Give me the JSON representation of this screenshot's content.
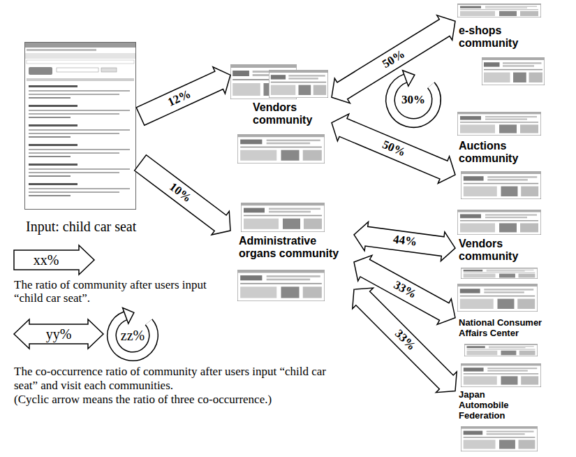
{
  "diagram": {
    "nodes": [
      {
        "text": [
          "Input: child car seat"
        ]
      },
      {
        "text": [
          "Vendors community"
        ]
      },
      {
        "text": [
          "Administrative organs community"
        ]
      },
      {
        "text": [
          "e-shops community"
        ]
      },
      {
        "text": [
          "Auctions community"
        ]
      },
      {
        "text": [
          "Vendors community"
        ]
      },
      {
        "text": [
          "National Consumer Affairs Center"
        ]
      },
      {
        "text": [
          "Japan Automobile Federation"
        ]
      }
    ],
    "edges": [
      {
        "from": 0,
        "to": 1,
        "label": "12%",
        "arrow": "to"
      },
      {
        "from": 0,
        "to": 2,
        "label": "10%",
        "arrow": "to"
      },
      {
        "from": 1,
        "to": 3,
        "label": "50%",
        "arrow": "both"
      },
      {
        "from": 1,
        "to": 4,
        "label": "50%",
        "arrow": "both"
      },
      {
        "from": 2,
        "to": 5,
        "label": "44%",
        "arrow": "both"
      },
      {
        "from": 2,
        "to": 6,
        "label": "33%",
        "arrow": "both"
      },
      {
        "from": 2,
        "to": 7,
        "label": "33%",
        "arrow": "both"
      }
    ],
    "labels": [
      "30%",
      "xx%",
      "The ratio of community after users input “child car seat”.",
      "yy%",
      "zz%",
      "The co-occurrence ratio of community after users input “child car seat” and visit each communities.",
      "(Cyclic arrow means the ratio of three co-occurrence.)"
    ]
  }
}
